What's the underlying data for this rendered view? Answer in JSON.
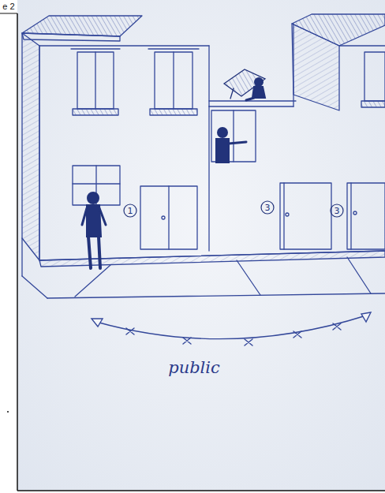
{
  "diagram": {
    "labels": [
      "e 2",
      "1",
      "3",
      "3",
      "public"
    ]
  }
}
